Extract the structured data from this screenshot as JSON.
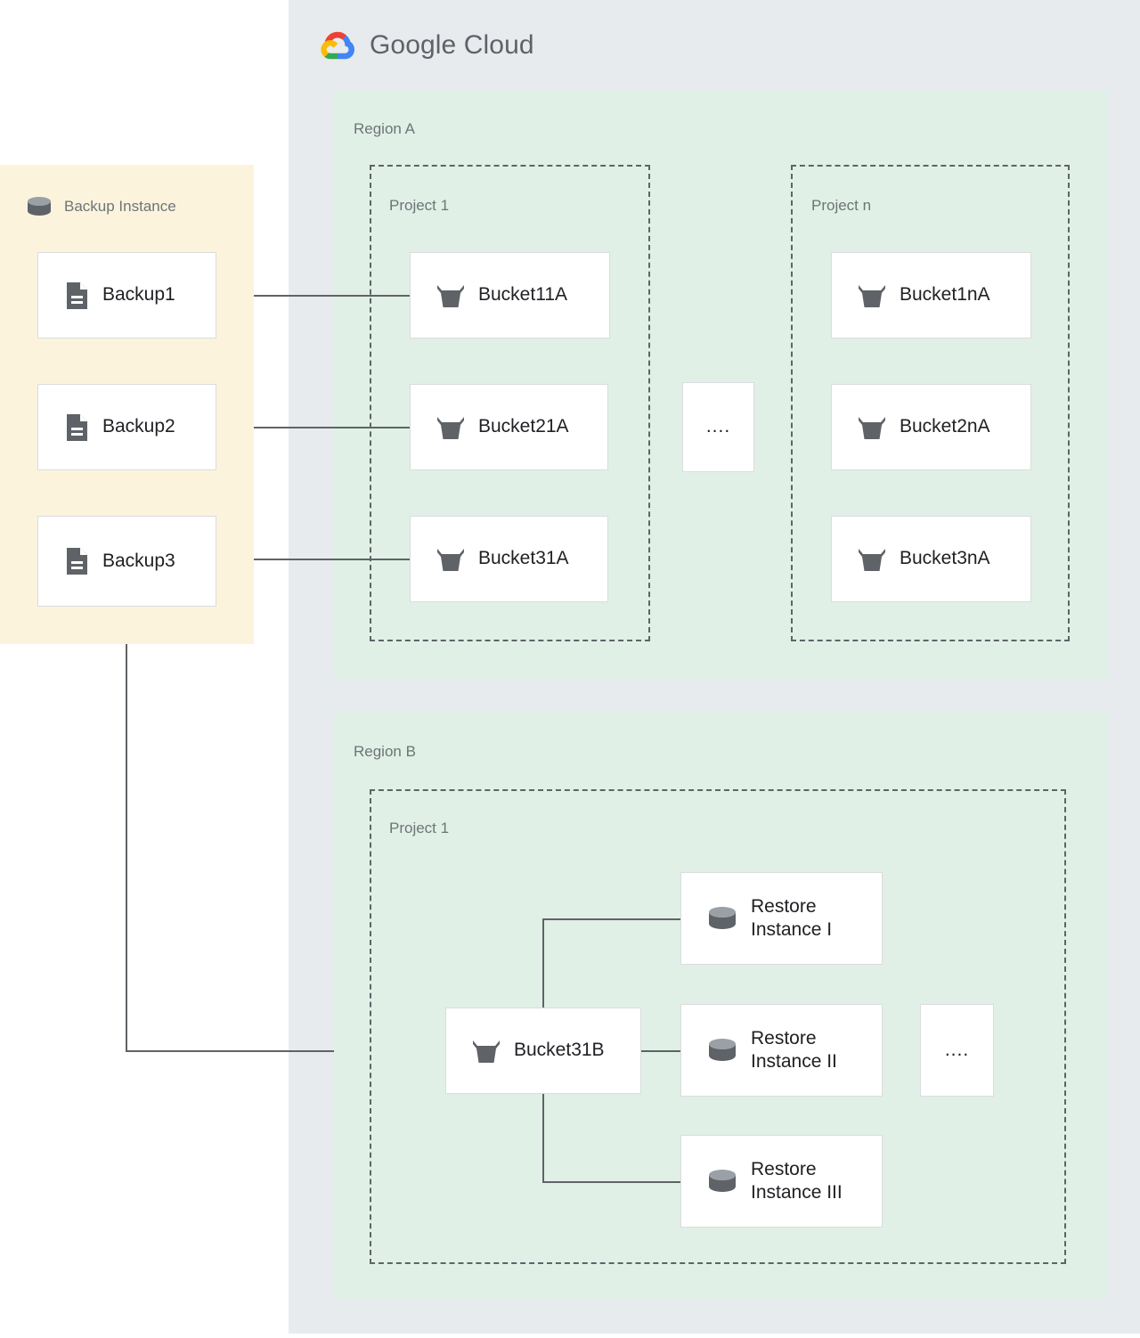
{
  "logo": {
    "word1": "Google",
    "word2": "Cloud",
    "name": "google-cloud-logo"
  },
  "backup_panel": {
    "title": "Backup Instance",
    "icon": "database-cylinder-icon",
    "items": [
      {
        "label": "Backup1",
        "icon": "document-icon"
      },
      {
        "label": "Backup2",
        "icon": "document-icon"
      },
      {
        "label": "Backup3",
        "icon": "document-icon"
      }
    ]
  },
  "regions": [
    {
      "label": "Region A",
      "projects": [
        {
          "label": "Project 1",
          "buckets": [
            {
              "label": "Bucket11A",
              "icon": "bucket-icon"
            },
            {
              "label": "Bucket21A",
              "icon": "bucket-icon"
            },
            {
              "label": "Bucket31A",
              "icon": "bucket-icon"
            }
          ]
        },
        {
          "label": "Project n",
          "buckets": [
            {
              "label": "Bucket1nA",
              "icon": "bucket-icon"
            },
            {
              "label": "Bucket2nA",
              "icon": "bucket-icon"
            },
            {
              "label": "Bucket3nA",
              "icon": "bucket-icon"
            }
          ]
        }
      ],
      "ellipsis": "...."
    },
    {
      "label": "Region B",
      "projects": [
        {
          "label": "Project 1",
          "buckets": [
            {
              "label": "Bucket31B",
              "icon": "bucket-icon"
            }
          ],
          "restore_instances": [
            {
              "label": "Restore\nInstance I",
              "icon": "database-cylinder-icon"
            },
            {
              "label": "Restore\nInstance II",
              "icon": "database-cylinder-icon"
            },
            {
              "label": "Restore\nInstance III",
              "icon": "database-cylinder-icon"
            }
          ]
        }
      ],
      "ellipsis": "...."
    }
  ],
  "colors": {
    "cloud_panel": "#e8ebed",
    "region_fill": "#e0f0e6",
    "backup_panel_fill": "#fbf3dc",
    "card_border": "#dadce0",
    "connector": "#5f6368",
    "icon_fill": "#5f6368",
    "label_text": "#6e7478",
    "card_text": "#202124",
    "logo_red": "#ea4335",
    "logo_yellow": "#fbbc05",
    "logo_green": "#34a853",
    "logo_blue": "#4285f4"
  }
}
